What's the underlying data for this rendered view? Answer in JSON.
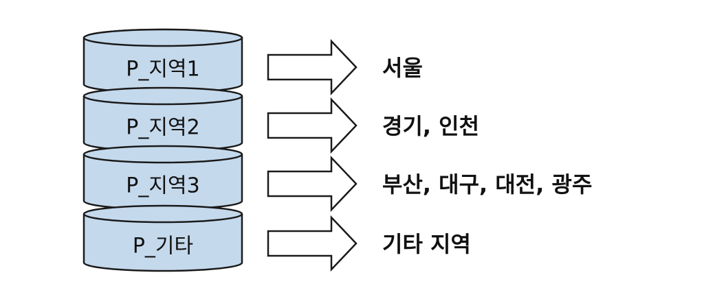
{
  "colors": {
    "cylinder_fill": "#c5d9ec",
    "stroke": "#1a1a1a",
    "arrow_fill": "#ffffff"
  },
  "partitions": [
    {
      "label": "P_지역1",
      "regions": "서울"
    },
    {
      "label": "P_지역2",
      "regions": "경기, 인천"
    },
    {
      "label": "P_지역3",
      "regions": "부산, 대구, 대전, 광주"
    },
    {
      "label": "P_기타",
      "regions": "기타 지역"
    }
  ]
}
